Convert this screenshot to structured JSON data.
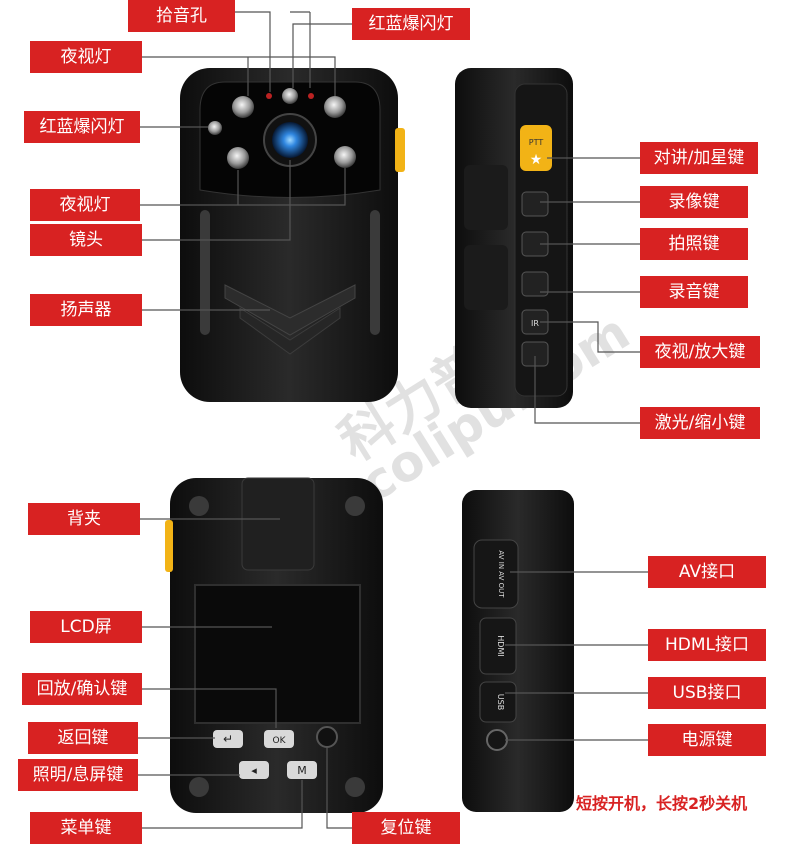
{
  "labels": {
    "mic_hole": "拾音孔",
    "flash_top": "红蓝爆闪灯",
    "night_light_1": "夜视灯",
    "flash_left": "红蓝爆闪灯",
    "night_light_2": "夜视灯",
    "lens": "镜头",
    "speaker": "扬声器",
    "talk_star_key": "对讲/加星键",
    "record_key": "录像键",
    "photo_key": "拍照键",
    "audio_key": "录音键",
    "night_zoom_in_key": "夜视/放大键",
    "laser_zoom_out_key": "激光/缩小键",
    "back_clip": "背夹",
    "lcd_screen": "LCD屏",
    "playback_ok_key": "回放/确认键",
    "return_key": "返回键",
    "light_screen_key": "照明/息屏键",
    "menu_key": "菜单键",
    "reset_key": "复位键",
    "av_port": "AV接口",
    "hdmi_port": "HDML接口",
    "usb_port": "USB接口",
    "power_key": "电源键"
  },
  "notes": {
    "power_hint": "短按开机，长按2秒关机"
  },
  "device_text": {
    "ptt": "PTT",
    "ir": "IR",
    "ok": "OK",
    "menu": "M",
    "av": "AV IN AV OUT",
    "hdmi": "HDMI",
    "usb": "USB"
  },
  "watermark": {
    "brand": "科力普",
    "site": "www.colipu.com"
  },
  "colors": {
    "label_bg": "#d82222",
    "accent_yellow": "#f2b316",
    "device": "#1a1a1a"
  }
}
